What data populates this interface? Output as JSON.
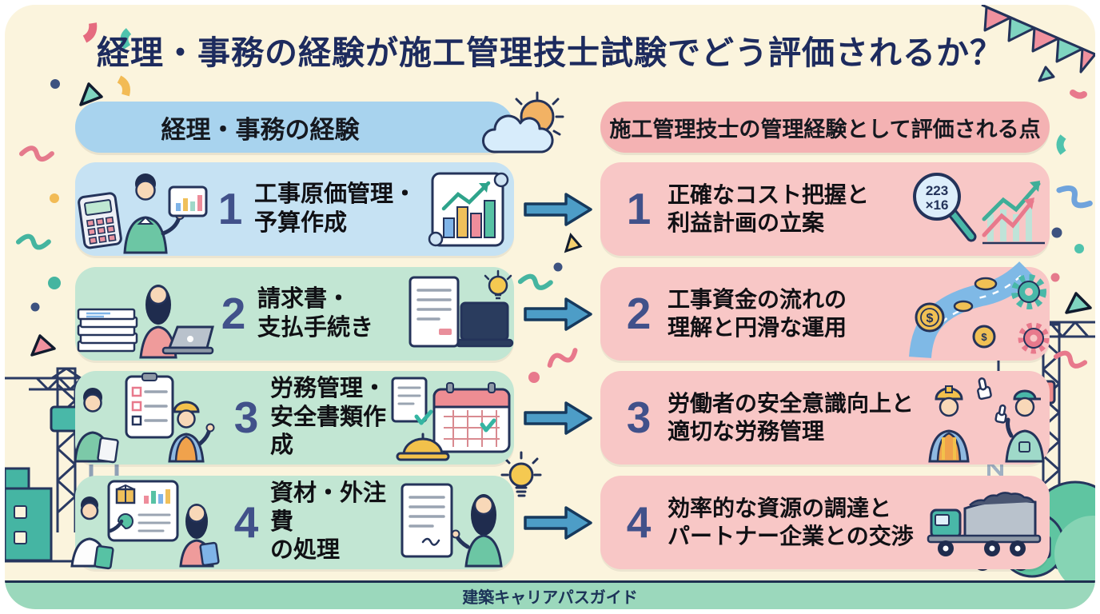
{
  "title": "経理・事務の経験が施工管理技士試験でどう評価されるか？",
  "footer": {
    "brand": "建築キャリアパスガイド"
  },
  "left_column": {
    "header": "経理・事務の経験",
    "header_icon": "sun-cloud-icon",
    "rows": [
      {
        "number": "1",
        "line1": "工事原価管理・",
        "line2": "予算作成",
        "icon_left": "accountant-calculator-icon",
        "icon_right": "bar-chart-scroll-icon"
      },
      {
        "number": "2",
        "line1": "請求書・",
        "line2": "支払手続き",
        "icon_left": "woman-laptop-papers-icon",
        "icon_right": "invoice-laptop-bulb-icon"
      },
      {
        "number": "3",
        "line1": "労務管理・",
        "line2": "安全書類作成",
        "icon_left": "checklist-workers-icon",
        "icon_right": "calendar-helmet-icon"
      },
      {
        "number": "4",
        "line1": "資材・外注費",
        "line2": "の処理",
        "icon_left": "materials-chart-people-icon",
        "icon_right": "contract-woman-icon"
      }
    ]
  },
  "right_column": {
    "header": "施工管理技士の管理経験として評価される点",
    "rows": [
      {
        "number": "1",
        "line1": "正確なコスト把握と",
        "line2": "利益計画の立案",
        "icon": "magnifier-growth-chart-icon",
        "magnifier": {
          "line1": "223",
          "line2": "×16"
        }
      },
      {
        "number": "2",
        "line1": "工事資金の流れの",
        "line2": "理解と円滑な運用",
        "icon": "money-flow-gears-icon",
        "coin_symbol": "$"
      },
      {
        "number": "3",
        "line1": "労働者の安全意識向上と",
        "line2": "適切な労務管理",
        "icon": "workers-thumbs-up-icon"
      },
      {
        "number": "4",
        "line1": "効率的な資源の調達と",
        "line2": "パートナー企業との交渉",
        "icon": "dump-truck-icon"
      }
    ]
  },
  "decorations": {
    "icon_names": [
      "bunting-flags-icon",
      "confetti-icon",
      "squiggle-icon",
      "lightbulb-icon",
      "flow-arrow-icon",
      "crane-icon",
      "buildings-icon",
      "lumber-truck-icon",
      "bushes-icon"
    ]
  },
  "colors": {
    "page_background": "#fbf4dd",
    "header_blue": "#a8d3ee",
    "row_blue": "#c6e2f3",
    "row_mint": "#c2e6d3",
    "header_pink": "#f4b2b3",
    "row_pink": "#f8c7c6",
    "title_navy": "#1d2b5e",
    "number_blue": "#41518a",
    "arrow_fill": "#4d9dc7",
    "footer_green": "#9bd8bc",
    "outline_navy": "#24335a"
  }
}
